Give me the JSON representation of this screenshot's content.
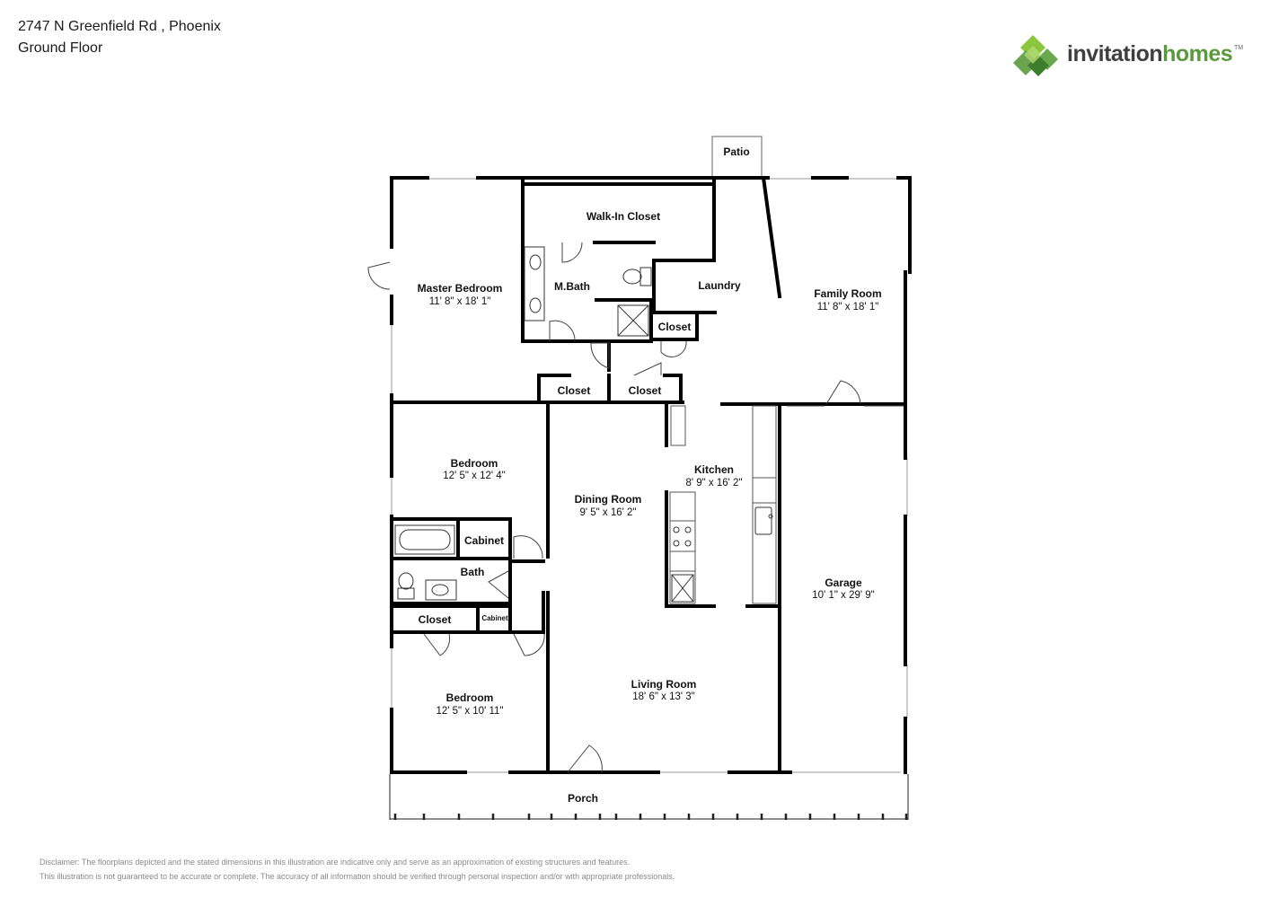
{
  "header": {
    "address": "2747 N Greenfield Rd , Phoenix",
    "floor": "Ground Floor"
  },
  "logo": {
    "part1": "invitation",
    "part2": "homes",
    "tm": "TM",
    "colors": {
      "dark": "#3f3f3f",
      "green": "#5a9a3c",
      "light_green": "#8cc63f"
    }
  },
  "rooms": {
    "patio": {
      "name": "Patio"
    },
    "walk_in_closet": {
      "name": "Walk-In Closet"
    },
    "master_bedroom": {
      "name": "Master Bedroom",
      "dims": "11' 8\" x 18' 1\""
    },
    "m_bath": {
      "name": "M.Bath"
    },
    "laundry": {
      "name": "Laundry"
    },
    "family_room": {
      "name": "Family Room",
      "dims": "11' 8\" x 18' 1\""
    },
    "closet_laundry": {
      "name": "Closet"
    },
    "closet_hall_1": {
      "name": "Closet"
    },
    "closet_hall_2": {
      "name": "Closet"
    },
    "bedroom_1": {
      "name": "Bedroom",
      "dims": "12' 5\" x 12' 4\""
    },
    "kitchen": {
      "name": "Kitchen",
      "dims": "8' 9\" x 16' 2\""
    },
    "dining_room": {
      "name": "Dining Room",
      "dims": "9' 5\" x 16' 2\""
    },
    "cabinet_1": {
      "name": "Cabinet"
    },
    "bath": {
      "name": "Bath"
    },
    "garage": {
      "name": "Garage",
      "dims": "10' 1\" x 29' 9\""
    },
    "closet_bed": {
      "name": "Closet"
    },
    "cabinet_2": {
      "name": "Cabinet"
    },
    "living_room": {
      "name": "Living Room",
      "dims": "18' 6\" x 13' 3\""
    },
    "bedroom_2": {
      "name": "Bedroom",
      "dims": "12' 5\" x 10' 11\""
    },
    "porch": {
      "name": "Porch"
    }
  },
  "disclaimer": {
    "line1": "Disclaimer: The floorplans depicted and the stated dimensions in this illustration are indicative only and serve as an approximation of existing structures and features.",
    "line2": "This illustration is not guaranteed to be accurate or complete. The accuracy of all information should be verified through personal inspection and/or with appropriate professionals."
  }
}
